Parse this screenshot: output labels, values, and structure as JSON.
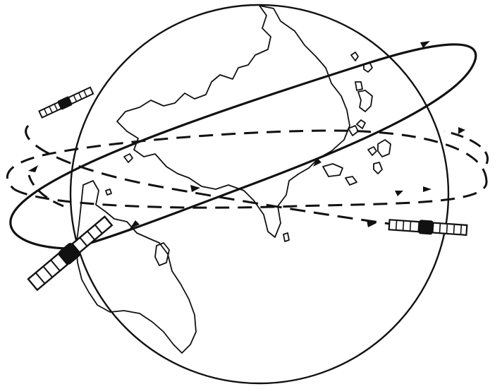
{
  "figure": {
    "background": "#ffffff",
    "ink": "#111111"
  },
  "globe": {
    "icon": "earth-globe-icon"
  },
  "orbits": {
    "equatorial_dashed": {
      "style": "dashed"
    },
    "inclined_dashed": {
      "style": "dashed"
    },
    "inclined_solid": {
      "style": "solid"
    }
  },
  "satellites": [
    {
      "icon": "satellite-icon"
    },
    {
      "icon": "satellite-icon"
    },
    {
      "icon": "satellite-icon"
    }
  ]
}
